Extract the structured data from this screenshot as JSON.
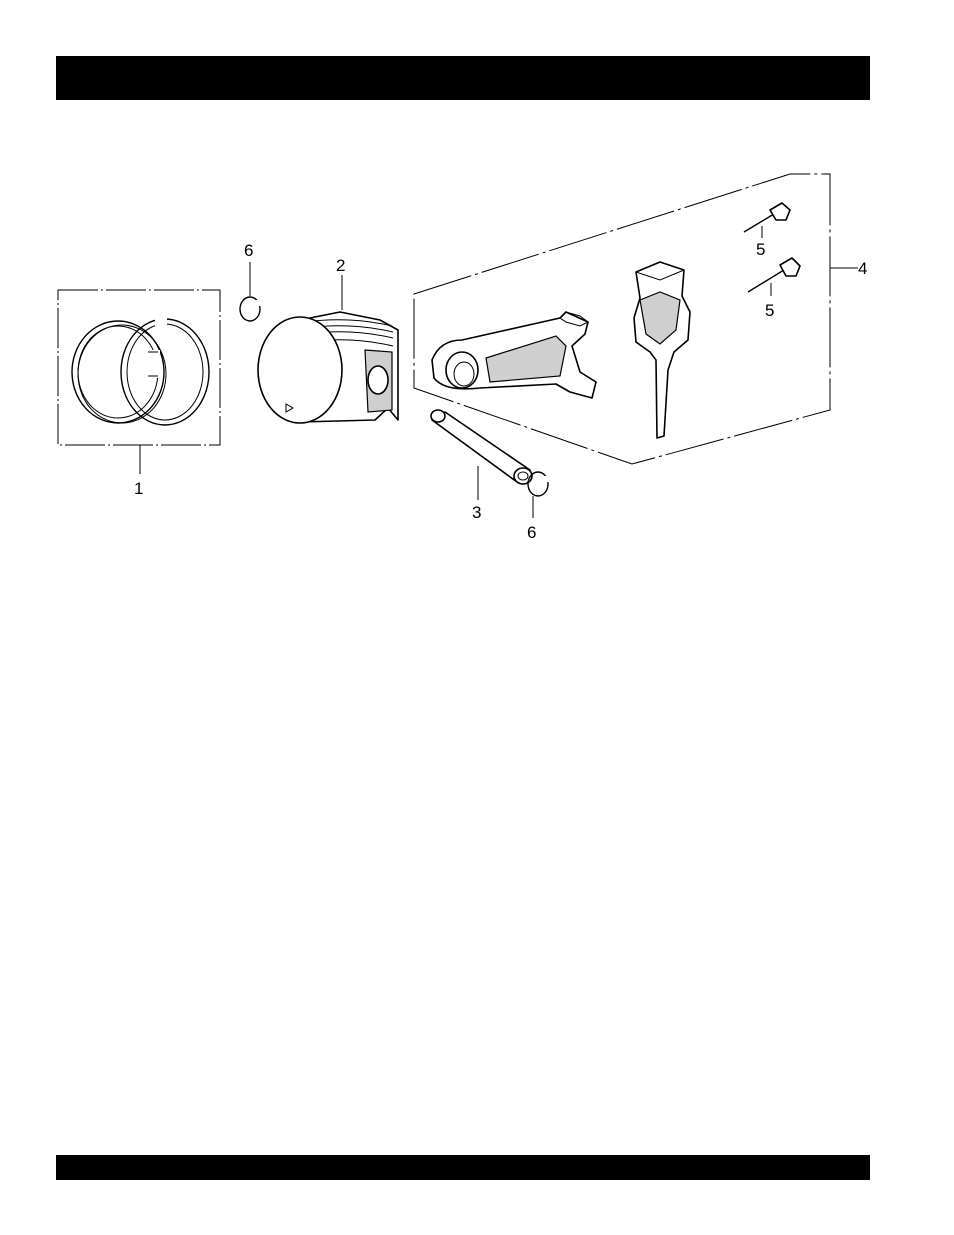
{
  "diagram": {
    "callouts": [
      {
        "id": "ring-set",
        "number": "1"
      },
      {
        "id": "piston",
        "number": "2"
      },
      {
        "id": "piston-pin",
        "number": "3"
      },
      {
        "id": "connecting-rod-assembly",
        "number": "4"
      },
      {
        "id": "rod-bolt-upper",
        "number": "5"
      },
      {
        "id": "rod-bolt-lower",
        "number": "5"
      },
      {
        "id": "pin-clip-upper",
        "number": "6"
      },
      {
        "id": "pin-clip-lower",
        "number": "6"
      }
    ]
  }
}
